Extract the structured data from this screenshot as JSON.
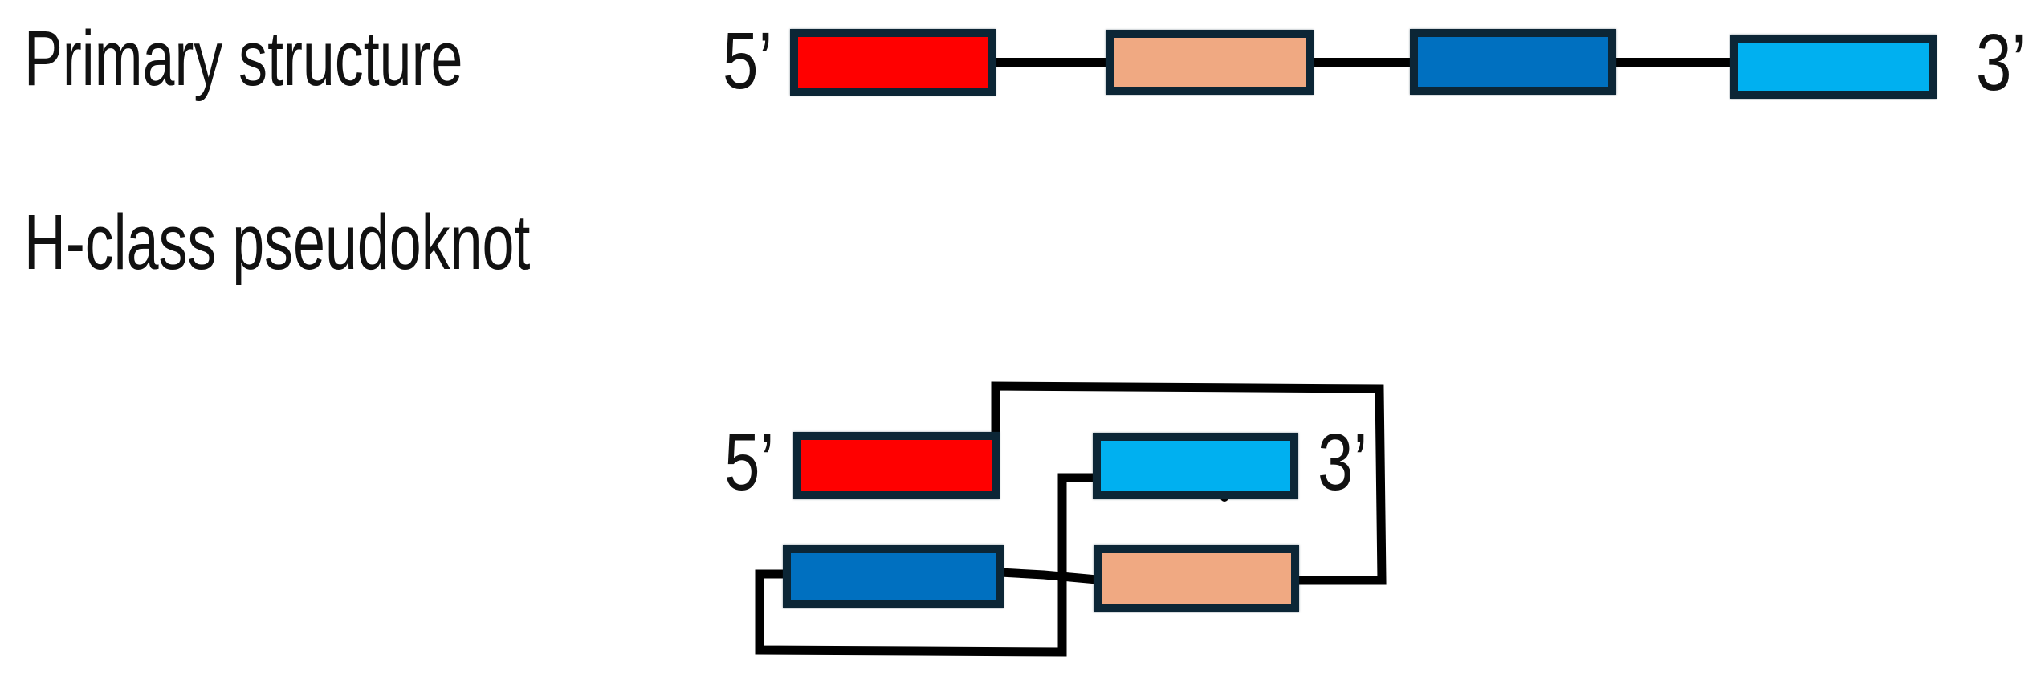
{
  "labels": {
    "primary": "Primary structure",
    "pseudoknot": "H-class pseudoknot"
  },
  "ends": {
    "five_prime": "5’",
    "three_prime": "3’"
  },
  "colors": {
    "segment_1": "#ff0000",
    "segment_2": "#f0a982",
    "segment_3": "#0070c0",
    "segment_4": "#00b0f0",
    "outline": "#0c2636",
    "wire": "#000000"
  },
  "primary_structure": {
    "order": [
      "segment_1",
      "segment_2",
      "segment_3",
      "segment_4"
    ],
    "orientation": "5' to 3'"
  },
  "pseudoknot": {
    "top_row": [
      "segment_1",
      "segment_4"
    ],
    "bottom_row": [
      "segment_3",
      "segment_2"
    ],
    "pairing": [
      [
        "segment_1",
        "segment_3"
      ],
      [
        "segment_2",
        "segment_4"
      ]
    ]
  }
}
